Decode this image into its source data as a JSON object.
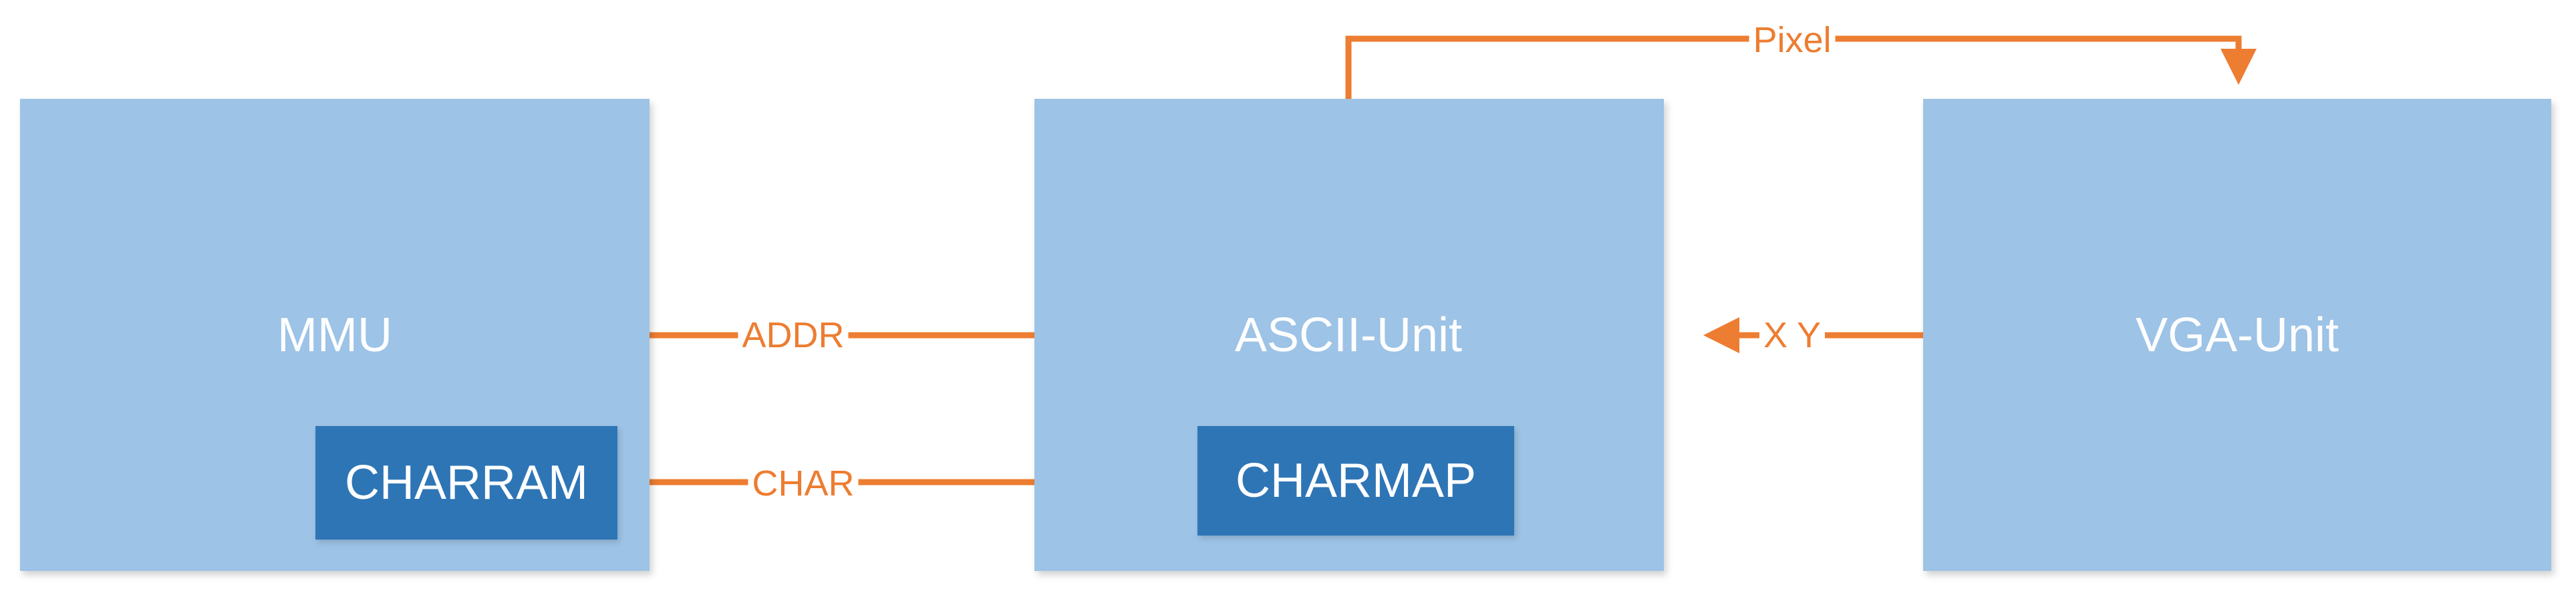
{
  "colors": {
    "unit_fill": "#9dc3e6",
    "subunit_fill": "#2e75b6",
    "signal": "#ed7d31",
    "text_on_box": "#ffffff"
  },
  "units": {
    "mmu": {
      "label": "MMU"
    },
    "ascii": {
      "label": "ASCII-Unit"
    },
    "vga": {
      "label": "VGA-Unit"
    }
  },
  "subunits": {
    "charram": {
      "label": "CHARRAM"
    },
    "charmap": {
      "label": "CHARMAP"
    }
  },
  "signals": {
    "pixel": {
      "label": "Pixel"
    },
    "addr": {
      "label": "ADDR"
    },
    "char": {
      "label": "CHAR"
    },
    "xy": {
      "label": "X Y"
    }
  }
}
